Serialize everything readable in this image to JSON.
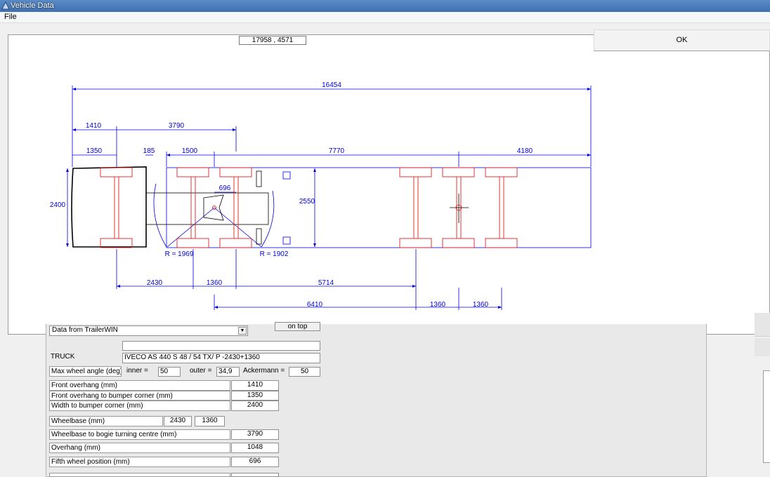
{
  "window": {
    "title": "Vehicle Data"
  },
  "menu": {
    "file": "File"
  },
  "toolbar": {
    "coord_readout": "17958 , 4571",
    "ok_label": "OK",
    "on_top_label": "on top"
  },
  "dimensions": {
    "overall_length": "16454",
    "front_overhang": "1410",
    "bogie_centre": "3790",
    "bumper_corner": "1350",
    "fifth_offset": "185",
    "trailer_front": "1500",
    "trailer_middle": "7770",
    "trailer_rear": "4180",
    "truck_width": "2400",
    "trailer_width": "2550",
    "fifth_wheel": "696",
    "r_inner": "R = 1969",
    "r_outer": "R = 1902",
    "wb1": "2430",
    "wb2": "1360",
    "trailer_wb": "5714",
    "trailer_total": "6410",
    "trailer_axle1": "1360",
    "trailer_axle2": "1360"
  },
  "form": {
    "data_source": "Data from  TrailerWIN",
    "name_field": "",
    "truck_label": "TRUCK",
    "truck_name": "IVECO AS 440  S 48 / 54 TX/ P -2430+1360",
    "max_wheel_angle_label": "Max wheel angle  (deg)",
    "inner_label": "inner =",
    "inner_value": "50",
    "outer_label": "outer =",
    "outer_value": "34,9",
    "ackermann_label": "Ackermann =",
    "ackermann_value": "50",
    "front_overhang_label": "Front overhang  (mm)",
    "front_overhang_value": "1410",
    "front_overhang_bumper_label": "Front overhang to bumper corner  (mm)",
    "front_overhang_bumper_value": "1350",
    "width_bumper_label": "Width to bumper corner  (mm)",
    "width_bumper_value": "2400",
    "wheelbase_label": "Wheelbase  (mm)",
    "wheelbase_value1": "2430",
    "wheelbase_value2": "1360",
    "wb_bogie_label": "Wheelbase to bogie turning centre  (mm)",
    "wb_bogie_value": "3790",
    "overhang_label": "Overhang  (mm)",
    "overhang_value": "1048",
    "fifth_wheel_label": "Fifth wheel position  (mm)",
    "fifth_wheel_value": "696"
  },
  "colors": {
    "dimension": "#0000e0",
    "axle": "#e02020",
    "body": "#000000",
    "titlebar": "#4a7cbf"
  }
}
